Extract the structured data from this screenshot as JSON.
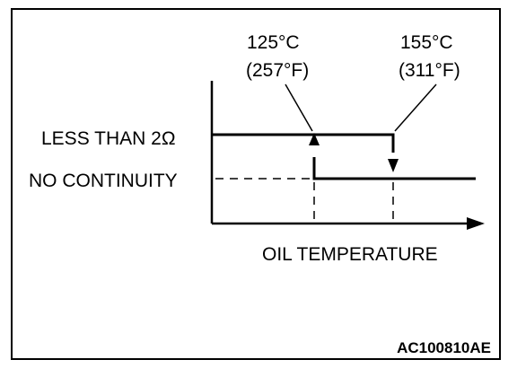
{
  "diagram": {
    "state_high_label": "LESS THAN 2",
    "state_high_unit": "Ω",
    "state_low_label": "NO CONTINUITY",
    "x_axis_label": "OIL TEMPERATURE",
    "threshold_1": {
      "celsius": "125°C",
      "fahrenheit": "(257°F)"
    },
    "threshold_2": {
      "celsius": "155°C",
      "fahrenheit": "(311°F)"
    },
    "figure_code": "AC100810AE"
  }
}
